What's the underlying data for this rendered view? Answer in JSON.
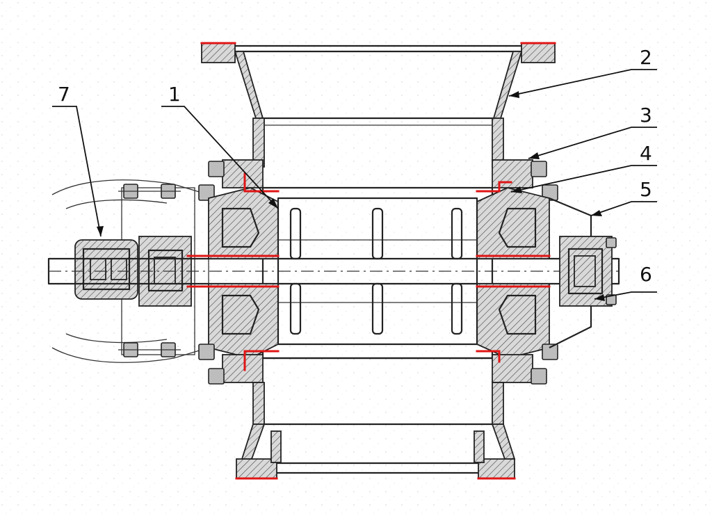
{
  "diagram": {
    "callouts": [
      {
        "id": "callout-1",
        "label": "1"
      },
      {
        "id": "callout-2",
        "label": "2"
      },
      {
        "id": "callout-3",
        "label": "3"
      },
      {
        "id": "callout-4",
        "label": "4"
      },
      {
        "id": "callout-5",
        "label": "5"
      },
      {
        "id": "callout-6",
        "label": "6"
      },
      {
        "id": "callout-7",
        "label": "7"
      }
    ],
    "colors": {
      "line": "#222222",
      "highlight": "#e01515",
      "background": "#ffffff"
    }
  }
}
